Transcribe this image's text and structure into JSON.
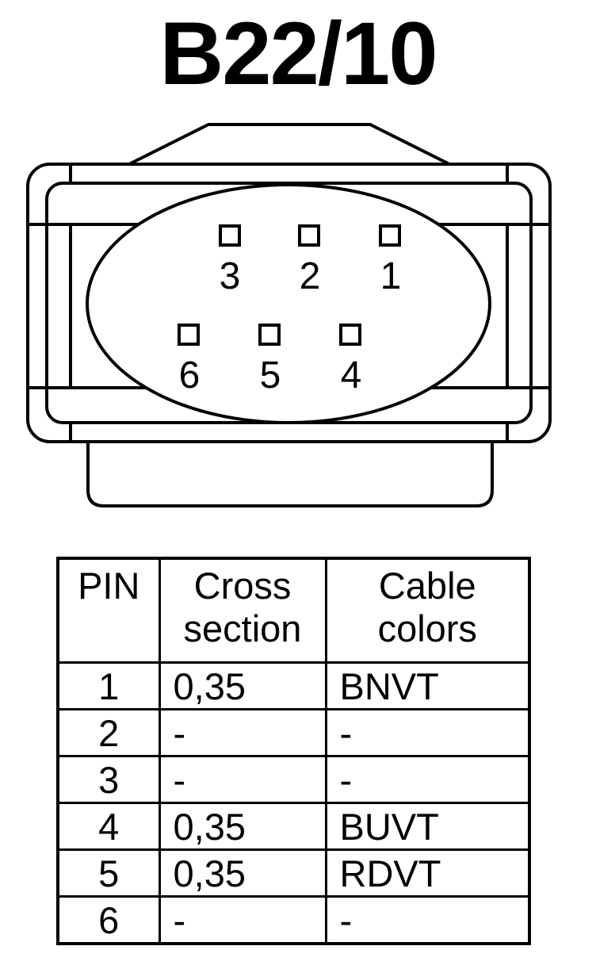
{
  "title": "B22/10",
  "pins_top": [
    {
      "number": "3"
    },
    {
      "number": "2"
    },
    {
      "number": "1"
    }
  ],
  "pins_bottom": [
    {
      "number": "6"
    },
    {
      "number": "5"
    },
    {
      "number": "4"
    }
  ],
  "table": {
    "headers": {
      "pin": "PIN",
      "cross_line1": "Cross",
      "cross_line2": "section",
      "colors_line1": "Cable",
      "colors_line2": "colors"
    },
    "rows": [
      {
        "pin": "1",
        "cross_section": "0,35",
        "color": "BNVT"
      },
      {
        "pin": "2",
        "cross_section": "-",
        "color": "-"
      },
      {
        "pin": "3",
        "cross_section": "-",
        "color": "-"
      },
      {
        "pin": "4",
        "cross_section": "0,35",
        "color": "BUVT"
      },
      {
        "pin": "5",
        "cross_section": "0,35",
        "color": "RDVT"
      },
      {
        "pin": "6",
        "cross_section": "-",
        "color": "-"
      }
    ]
  }
}
